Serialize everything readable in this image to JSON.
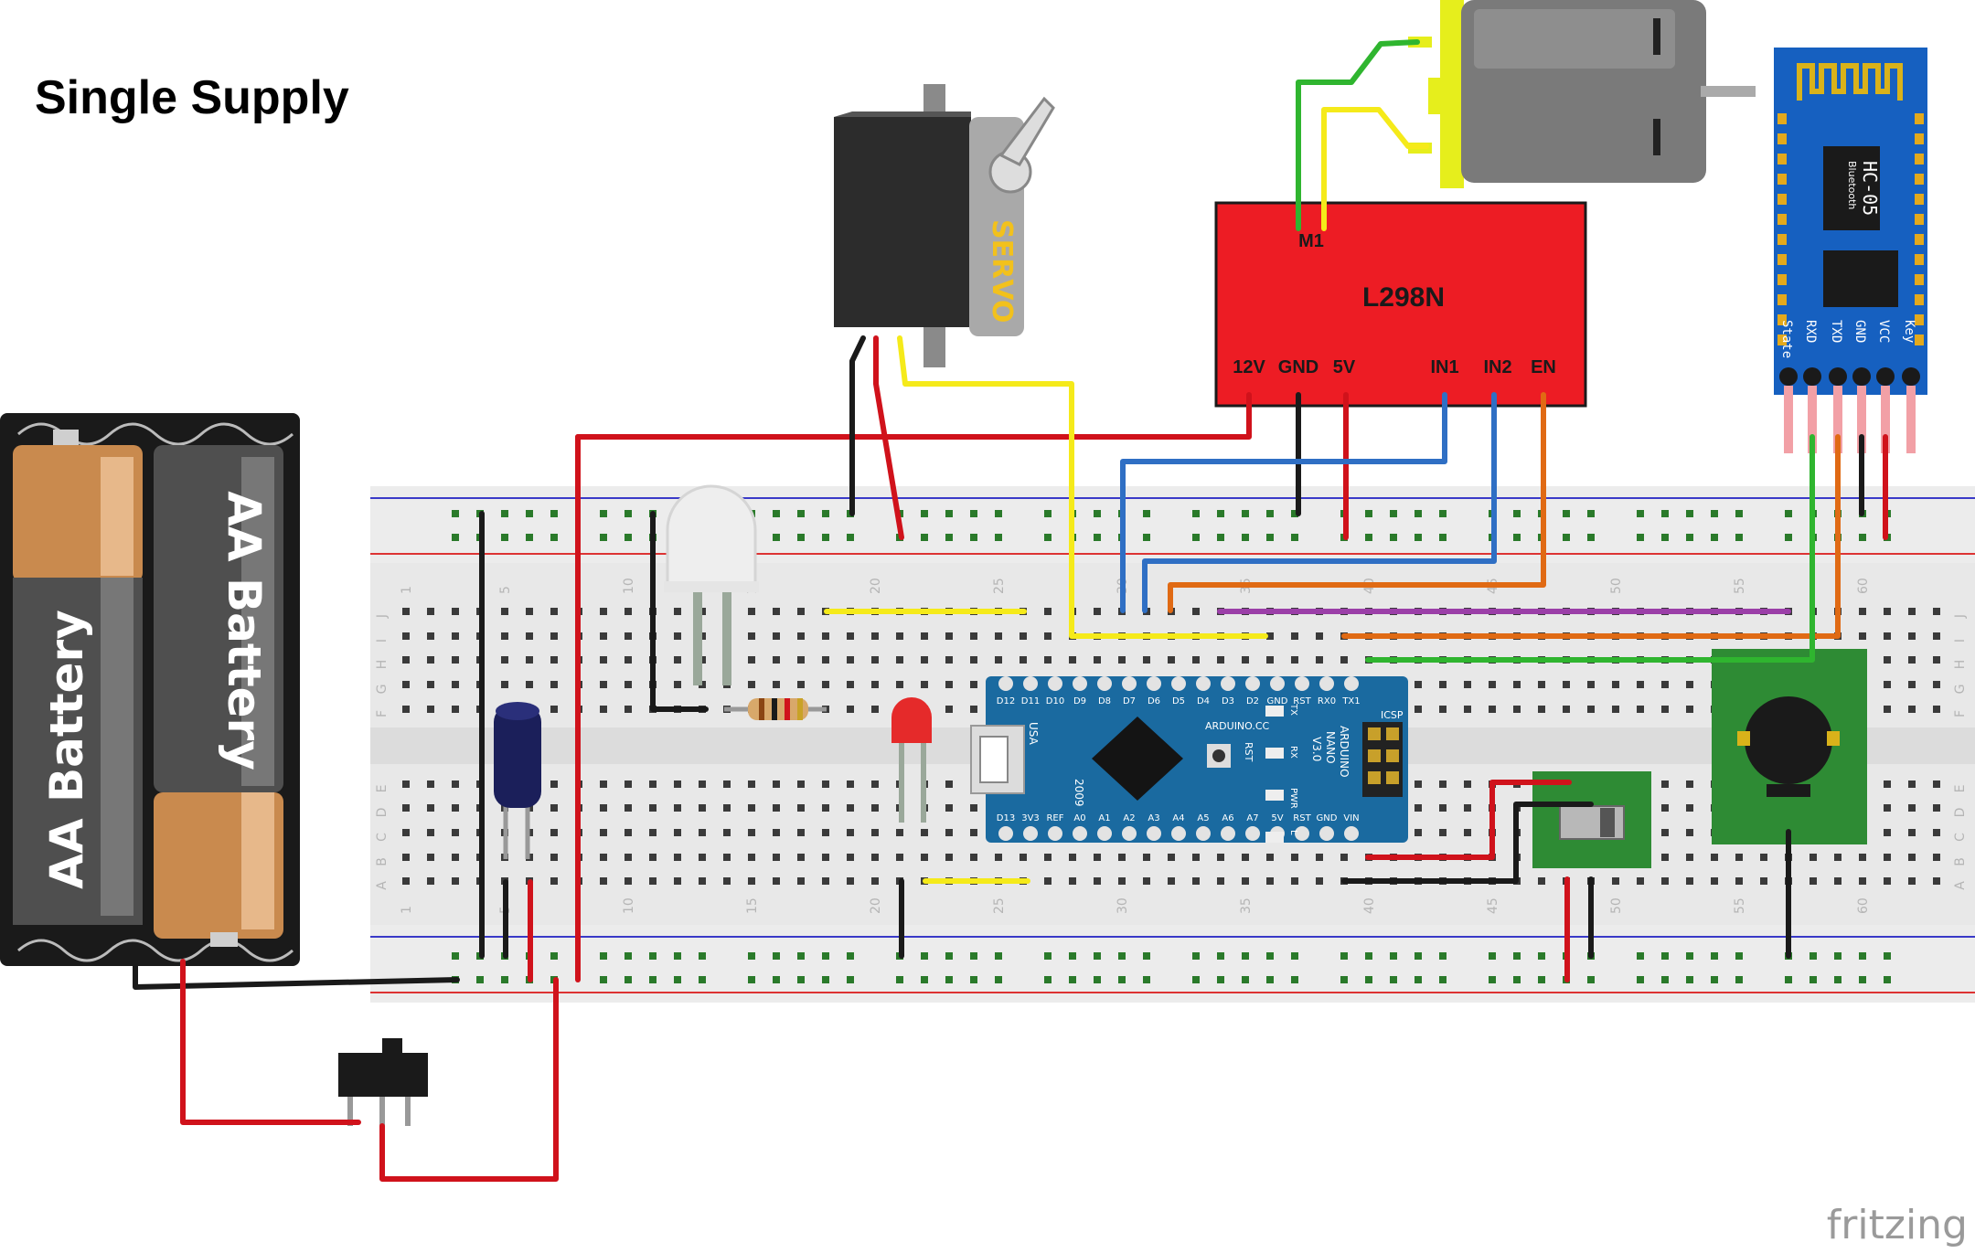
{
  "diagram": {
    "title": "Single Supply",
    "watermark": "fritzing"
  },
  "battery": {
    "cell1_label": "AA Battery",
    "cell2_label": "AA Battery"
  },
  "servo": {
    "label": "SERVO"
  },
  "driver": {
    "name": "L298N",
    "motor_label": "M1",
    "pins": [
      "12V",
      "GND",
      "5V",
      "IN1",
      "IN2",
      "EN"
    ]
  },
  "bluetooth": {
    "model": "HC-05",
    "subtitle": "Bluetooth",
    "pins": [
      "State",
      "RXD",
      "TXD",
      "GND",
      "VCC",
      "Key"
    ]
  },
  "arduino": {
    "top_pins": [
      "D12",
      "D11",
      "D10",
      "D9",
      "D8",
      "D7",
      "D6",
      "D5",
      "D4",
      "D3",
      "D2",
      "GND",
      "RST",
      "RX0",
      "TX1"
    ],
    "bottom_pins": [
      "D13",
      "3V3",
      "REF",
      "A0",
      "A1",
      "A2",
      "A3",
      "A4",
      "A5",
      "A6",
      "A7",
      "5V",
      "RST",
      "GND",
      "VIN"
    ],
    "brand": "ARDUINO.CC",
    "model_lines": [
      "ARDUINO",
      "NANO",
      "V3.0"
    ],
    "usa": "USA",
    "year": "2009",
    "icsp": "ICSP",
    "rst": "RST",
    "led_labels": [
      "TX",
      "RX",
      "PWR",
      "L"
    ]
  },
  "breadboard": {
    "column_numbers": [
      "1",
      "5",
      "10",
      "15",
      "20",
      "25",
      "30",
      "35",
      "40",
      "45",
      "50",
      "55",
      "60"
    ],
    "row_letters_top": [
      "J",
      "I",
      "H",
      "G",
      "F"
    ],
    "row_letters_bottom": [
      "E",
      "D",
      "C",
      "B",
      "A"
    ]
  },
  "colors": {
    "wire_red": "#d0121b",
    "wire_black": "#1a1a1a",
    "wire_yellow": "#f5ea1a",
    "wire_blue": "#2f6fc4",
    "wire_orange": "#e06a14",
    "wire_green": "#2fb52f",
    "wire_purple": "#9b3fa8",
    "driver_red": "#ed1c24",
    "arduino_blue": "#1a6aa0",
    "bt_blue": "#1660c0",
    "pcb_green": "#2e8b34"
  }
}
